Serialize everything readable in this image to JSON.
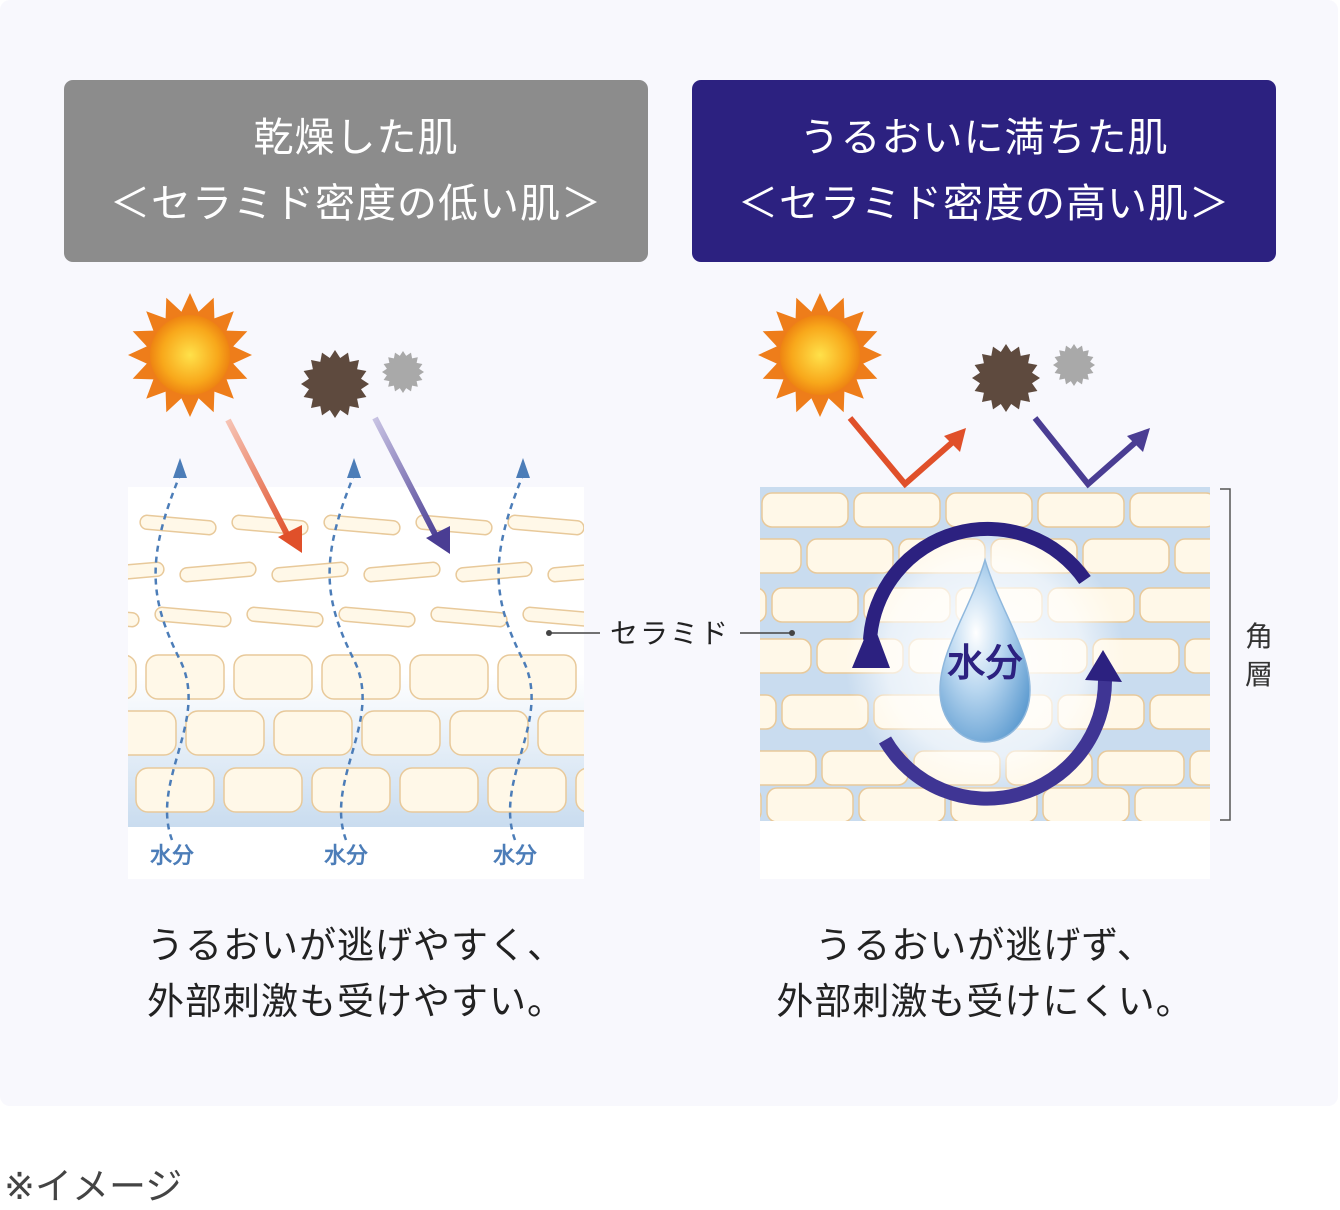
{
  "colors": {
    "header_left_bg": "#8c8c8c",
    "header_right_bg": "#2c2180",
    "sun": "#f39a16",
    "pollutant_dark": "#5e4a3e",
    "pollutant_light": "#a9a9a9",
    "arrow_uv": "#e0502a",
    "arrow_pollutant": "#4a3d93",
    "moisture": "#4c7db8",
    "cell_fill": "#fff8e8",
    "cell_stroke": "#e8c99a",
    "moist_layer": "#c9dcef"
  },
  "left": {
    "header": {
      "line1": "乾燥した肌",
      "line2": "＜セラミド密度の低い肌＞"
    },
    "moisture_labels": [
      "水分",
      "水分",
      "水分"
    ],
    "caption": {
      "line1": "うるおいが逃げやすく、",
      "line2": "外部刺激も受けやすい。"
    }
  },
  "right": {
    "header": {
      "line1": "うるおいに満ちた肌",
      "line2": "＜セラミド密度の高い肌＞"
    },
    "droplet_label": "水分",
    "bracket_label": [
      "角",
      "層"
    ],
    "caption": {
      "line1": "うるおいが逃げず、",
      "line2": "外部刺激も受けにくい。"
    }
  },
  "center_label": "セラミド",
  "note": "※イメージ",
  "icons": [
    "sun-icon",
    "pollutant-icon",
    "moisture-arrow-icon",
    "water-drop-icon",
    "circulation-arrow-icon"
  ]
}
